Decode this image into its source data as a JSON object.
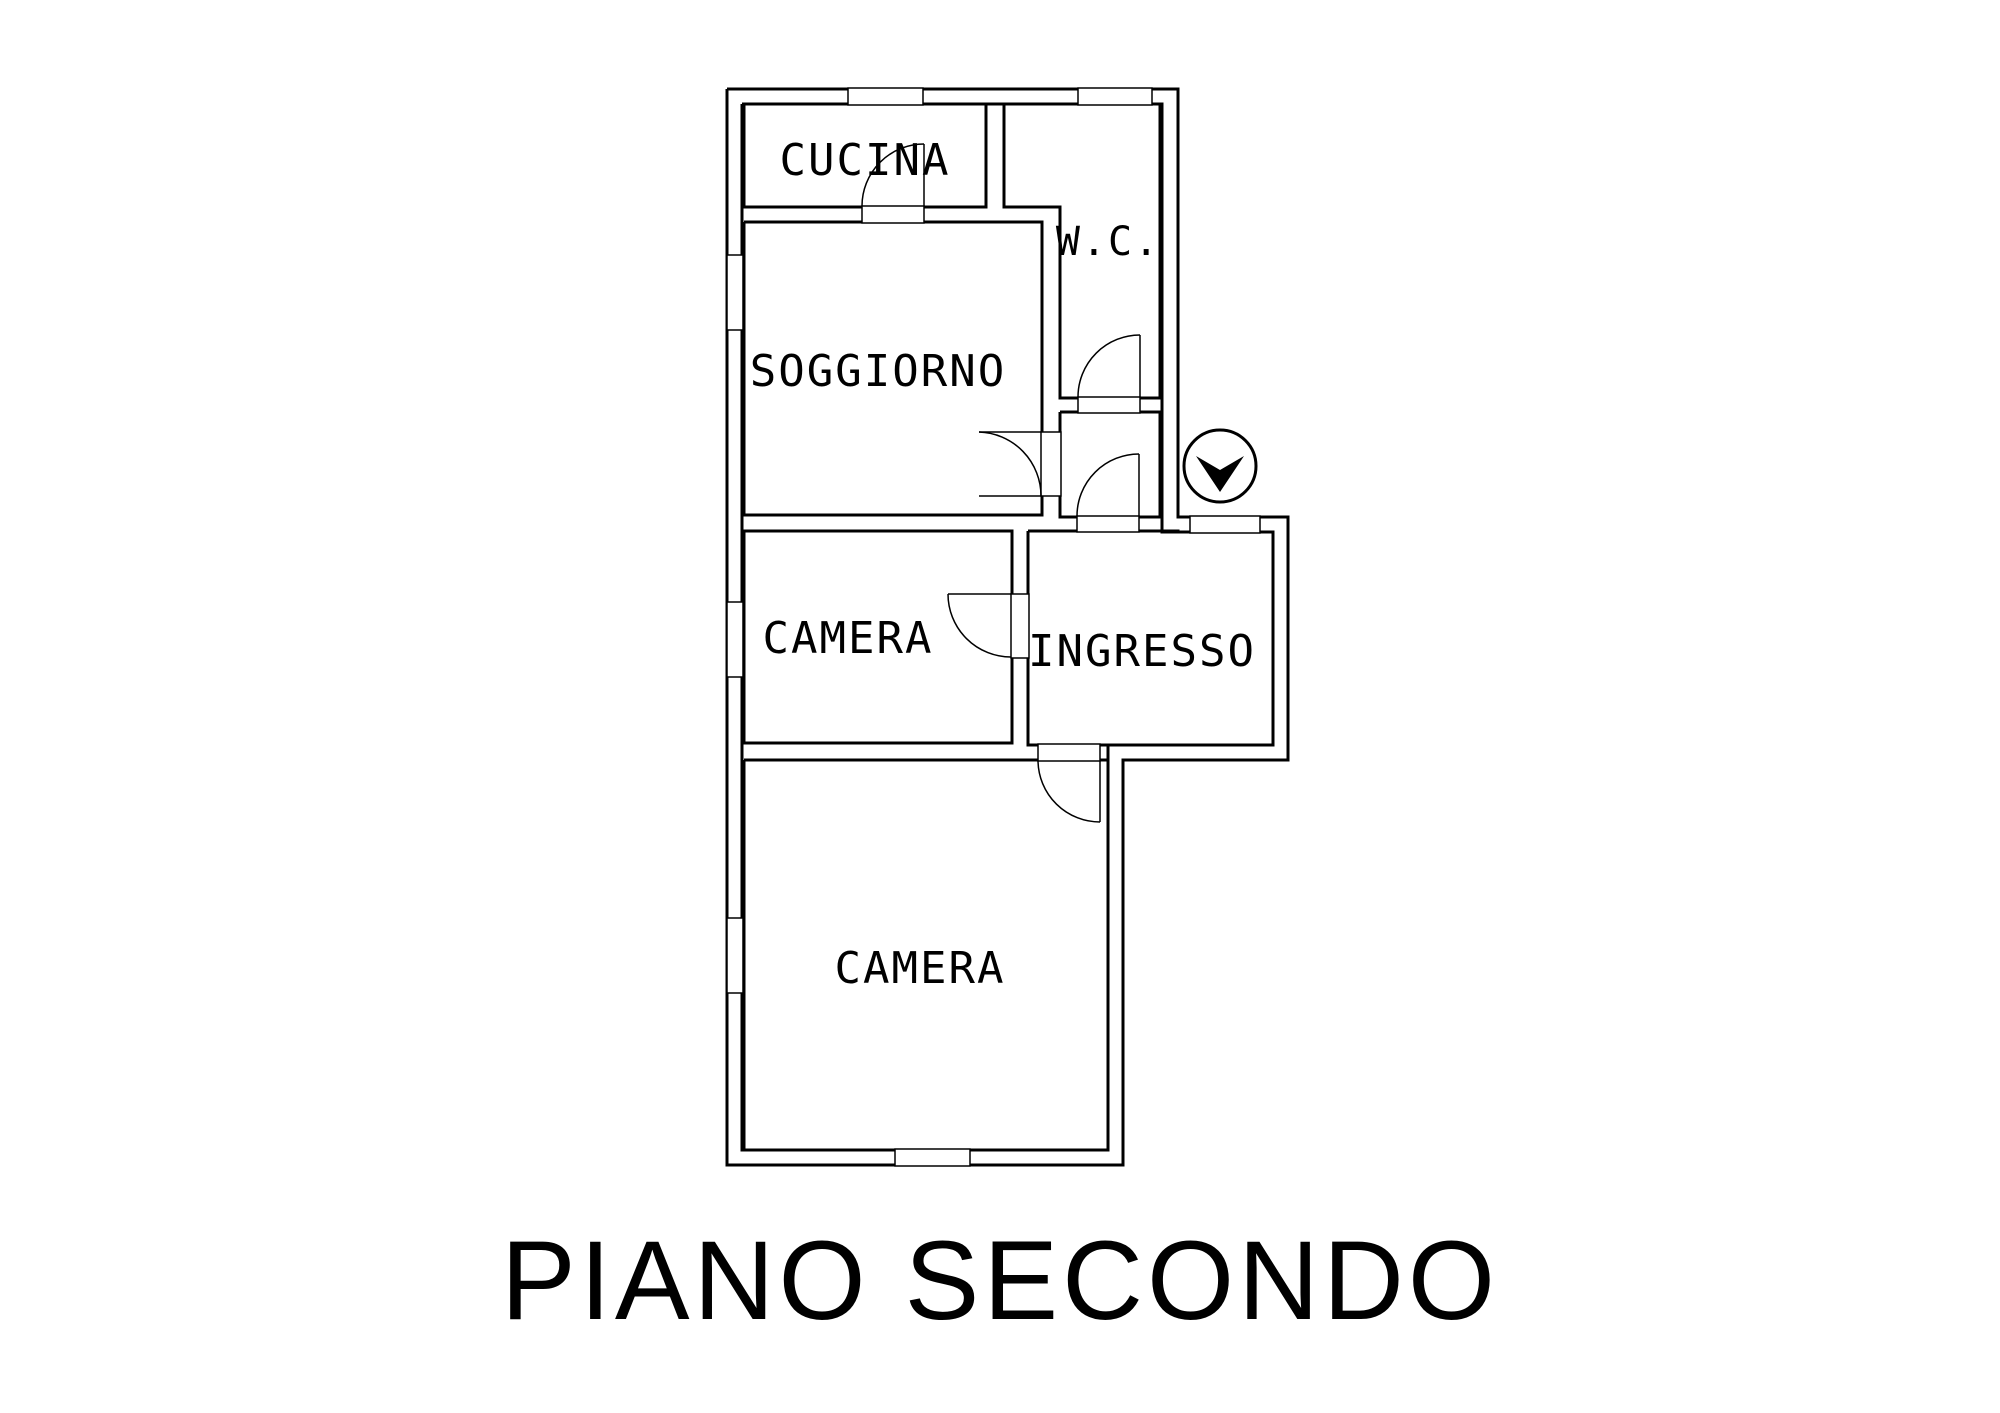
{
  "floor_plan": {
    "title": "PIANO SECONDO",
    "rooms": {
      "cucina": "CUCINA",
      "wc": "W.C.",
      "soggiorno": "SOGGIORNO",
      "camera_small": "CAMERA",
      "ingresso": "INGRESSO",
      "camera_large": "CAMERA"
    },
    "entrance_marker": "entrance-arrow-icon",
    "colors": {
      "lines": "#000000",
      "background": "#ffffff"
    }
  }
}
